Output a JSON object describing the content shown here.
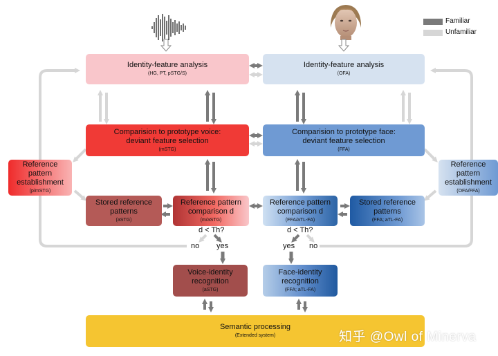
{
  "legend": {
    "familiar": "Familiar",
    "unfamiliar": "Unfamiliar"
  },
  "voice": {
    "identity_analysis": {
      "title": "Identity-feature analysis",
      "sub": "(HG, PT, pSTG/S)"
    },
    "prototype": {
      "line1": "Comparision to prototype voice:",
      "line2": "deviant feature selection",
      "sub": "(mSTG)"
    },
    "ref_establishment": {
      "line1": "Reference",
      "line2": "pattern",
      "line3": "establishment",
      "sub": "(p/mSTG)"
    },
    "stored": {
      "line1": "Stored reference",
      "line2": "patterns",
      "sub": "(aSTG)"
    },
    "comparison": {
      "line1": "Reference pattern",
      "line2": "comparison d",
      "sub": "(m/aSTG)"
    },
    "threshold": "d < Th?",
    "no": "no",
    "yes": "yes",
    "recognition": {
      "line1": "Voice-identity",
      "line2": "recognition",
      "sub": "(aSTG)"
    }
  },
  "face": {
    "identity_analysis": {
      "title": "Identity-feature analysis",
      "sub": "(OFA)"
    },
    "prototype": {
      "line1": "Comparision to prototype face:",
      "line2": "deviant feature selection",
      "sub": "(FFA)"
    },
    "ref_establishment": {
      "line1": "Reference",
      "line2": "pattern",
      "line3": "establishment",
      "sub": "(OFA/FFA)"
    },
    "stored": {
      "line1": "Stored reference",
      "line2": "patterns",
      "sub": "(FFA; aTL-FA)"
    },
    "comparison": {
      "line1": "Reference pattern",
      "line2": "comparison d",
      "sub": "(FFA/aTL-FA)"
    },
    "threshold": "d < Th?",
    "yes": "yes",
    "no": "no",
    "recognition": {
      "line1": "Face-identity",
      "line2": "recognition",
      "sub": "(FFA; aTL-FA)"
    }
  },
  "semantic": {
    "title": "Semantic processing",
    "sub": "(Extended system)"
  },
  "watermark": "知乎 @Owl of Minerva",
  "icons": {
    "voice": "waveform-icon",
    "face": "face-photo-icon"
  },
  "colors": {
    "familiar": "#7a7a7a",
    "unfamiliar": "#d6d6d6",
    "semantic": "#f5c531"
  }
}
